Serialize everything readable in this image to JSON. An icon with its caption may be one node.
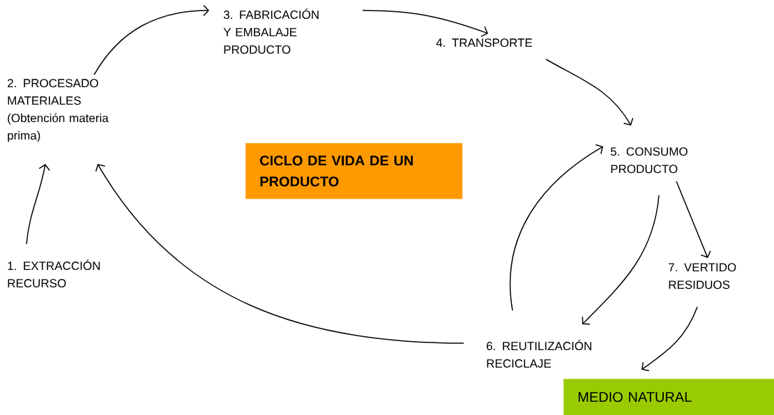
{
  "diagram": {
    "nodes": [
      {
        "text": [
          "1. EXTRACCIÓN RECURSO"
        ]
      },
      {
        "text": [
          "2. PROCESADO MATERIALES (Obtención materia prima)"
        ]
      },
      {
        "text": [
          "3. FABRICACIÓN Y EMBALAJE PRODUCTO"
        ]
      },
      {
        "text": [
          "4. TRANSPORTE"
        ]
      },
      {
        "text": [
          "5. CONSUMO PRODUCTO"
        ]
      },
      {
        "text": [
          "6. REUTILIZACIÓN RECICLAJE"
        ]
      },
      {
        "text": [
          "7. VERTIDO RESIDUOS"
        ]
      },
      {
        "text": [
          "CICLO DE VIDA DE UN PRODUCTO"
        ]
      },
      {
        "text": [
          "MEDIO NATURAL"
        ]
      }
    ],
    "edges": [
      {
        "from": 0,
        "to": 1,
        "arrow": "to"
      },
      {
        "from": 1,
        "to": 2,
        "arrow": "to"
      },
      {
        "from": 2,
        "to": 3,
        "arrow": "to"
      },
      {
        "from": 3,
        "to": 4,
        "arrow": "to"
      },
      {
        "from": 4,
        "to": 5,
        "arrow": "to"
      },
      {
        "from": 5,
        "to": 4,
        "arrow": "to"
      },
      {
        "from": 4,
        "to": 6,
        "arrow": "to"
      },
      {
        "from": 6,
        "to": 8,
        "arrow": "to"
      },
      {
        "from": 5,
        "to": 1,
        "arrow": "to"
      }
    ]
  }
}
